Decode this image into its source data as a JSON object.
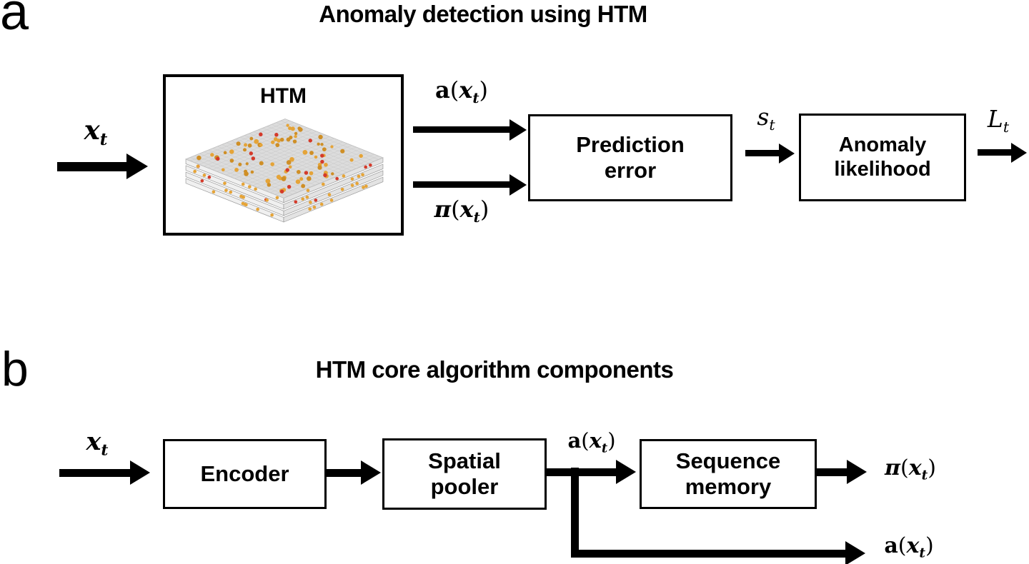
{
  "colors": {
    "ink": "#000000",
    "background": "#ffffff",
    "stack_orange": "#e5a438",
    "stack_orange_dark": "#cf8f26",
    "stack_red": "#d43a2a",
    "stack_top_gray": "#dcdcdc",
    "stack_grid_gray": "#c6c6c6",
    "stack_side_light": "#f0f0f0",
    "stack_side_shade": "#e3e3e3",
    "stack_side_stroke": "#9a9a9a"
  },
  "panel_a": {
    "panel_label": "a",
    "title": "Anomaly detection using HTM",
    "input_math": {
      "base": "x",
      "sub": "t"
    },
    "htm_box": {
      "label": "HTM"
    },
    "output_top_math": {
      "func": "a",
      "open": "(",
      "base": "x",
      "sub": "t",
      "close": ")"
    },
    "output_bottom_math": {
      "func": "π",
      "open": "(",
      "base": "x",
      "sub": "t",
      "close": ")"
    },
    "prediction_error_box": {
      "line1": "Prediction",
      "line2": "error"
    },
    "score_math": {
      "base": "s",
      "sub": "t"
    },
    "anomaly_likelihood_box": {
      "line1": "Anomaly",
      "line2": "likelihood"
    },
    "likelihood_math": {
      "base": "L",
      "sub": "t"
    }
  },
  "panel_b": {
    "panel_label": "b",
    "title": "HTM core algorithm components",
    "input_math": {
      "base": "x",
      "sub": "t"
    },
    "encoder_box": {
      "label": "Encoder"
    },
    "spatial_pooler_box": {
      "line1": "Spatial",
      "line2": "pooler"
    },
    "sdr_math": {
      "func": "a",
      "open": "(",
      "base": "x",
      "sub": "t",
      "close": ")"
    },
    "sequence_memory_box": {
      "line1": "Sequence",
      "line2": "memory"
    },
    "output_pi_math": {
      "func": "π",
      "open": "(",
      "base": "x",
      "sub": "t",
      "close": ")"
    },
    "output_a_math": {
      "func": "a",
      "open": "(",
      "base": "x",
      "sub": "t",
      "close": ")"
    }
  }
}
